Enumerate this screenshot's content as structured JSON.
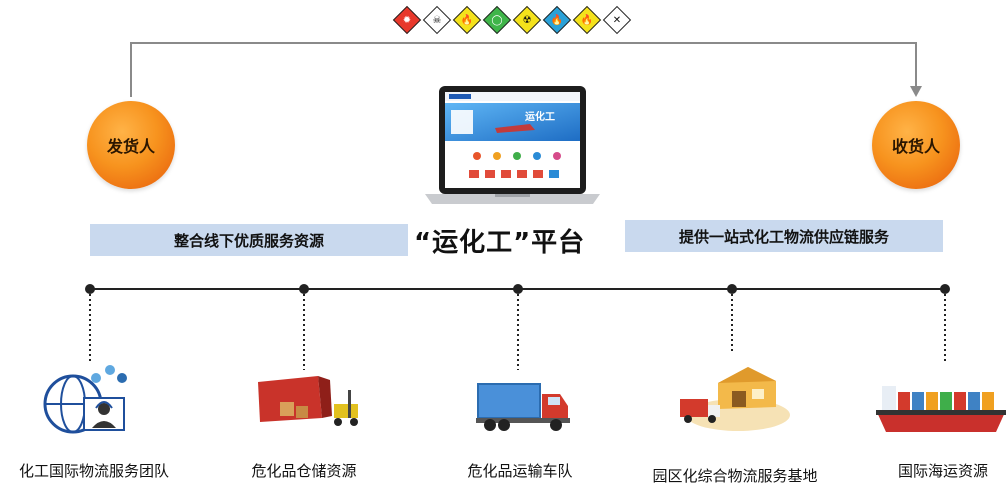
{
  "top_labels": {
    "shipper": "发货人",
    "consignee": "收货人"
  },
  "banners": {
    "left": "整合线下优质服务资源",
    "right": "提供一站式化工物流供应链服务"
  },
  "platform": {
    "title": "“运化工”平台",
    "screen_logo": "运化工"
  },
  "hazard_icons": [
    "explosive-icon",
    "toxic-icon",
    "flammable-gas-icon",
    "oxidizer-icon",
    "radioactive-icon",
    "flammable-liquid-icon",
    "flammable-solid-icon",
    "harmful-icon"
  ],
  "resources": [
    {
      "label": "化工国际物流服务团队",
      "icon": "service-team-icon"
    },
    {
      "label": "危化品仓储资源",
      "icon": "warehouse-icon"
    },
    {
      "label": "危化品运输车队",
      "icon": "truck-icon"
    },
    {
      "label": "园区化综合物流服务基地",
      "icon": "logistics-base-icon"
    },
    {
      "label": "国际海运资源",
      "icon": "cargo-ship-icon"
    }
  ],
  "colors": {
    "banner_bg": "#c9d9ee",
    "circle_orange": "#f7931e",
    "line": "#8a8a8a"
  }
}
